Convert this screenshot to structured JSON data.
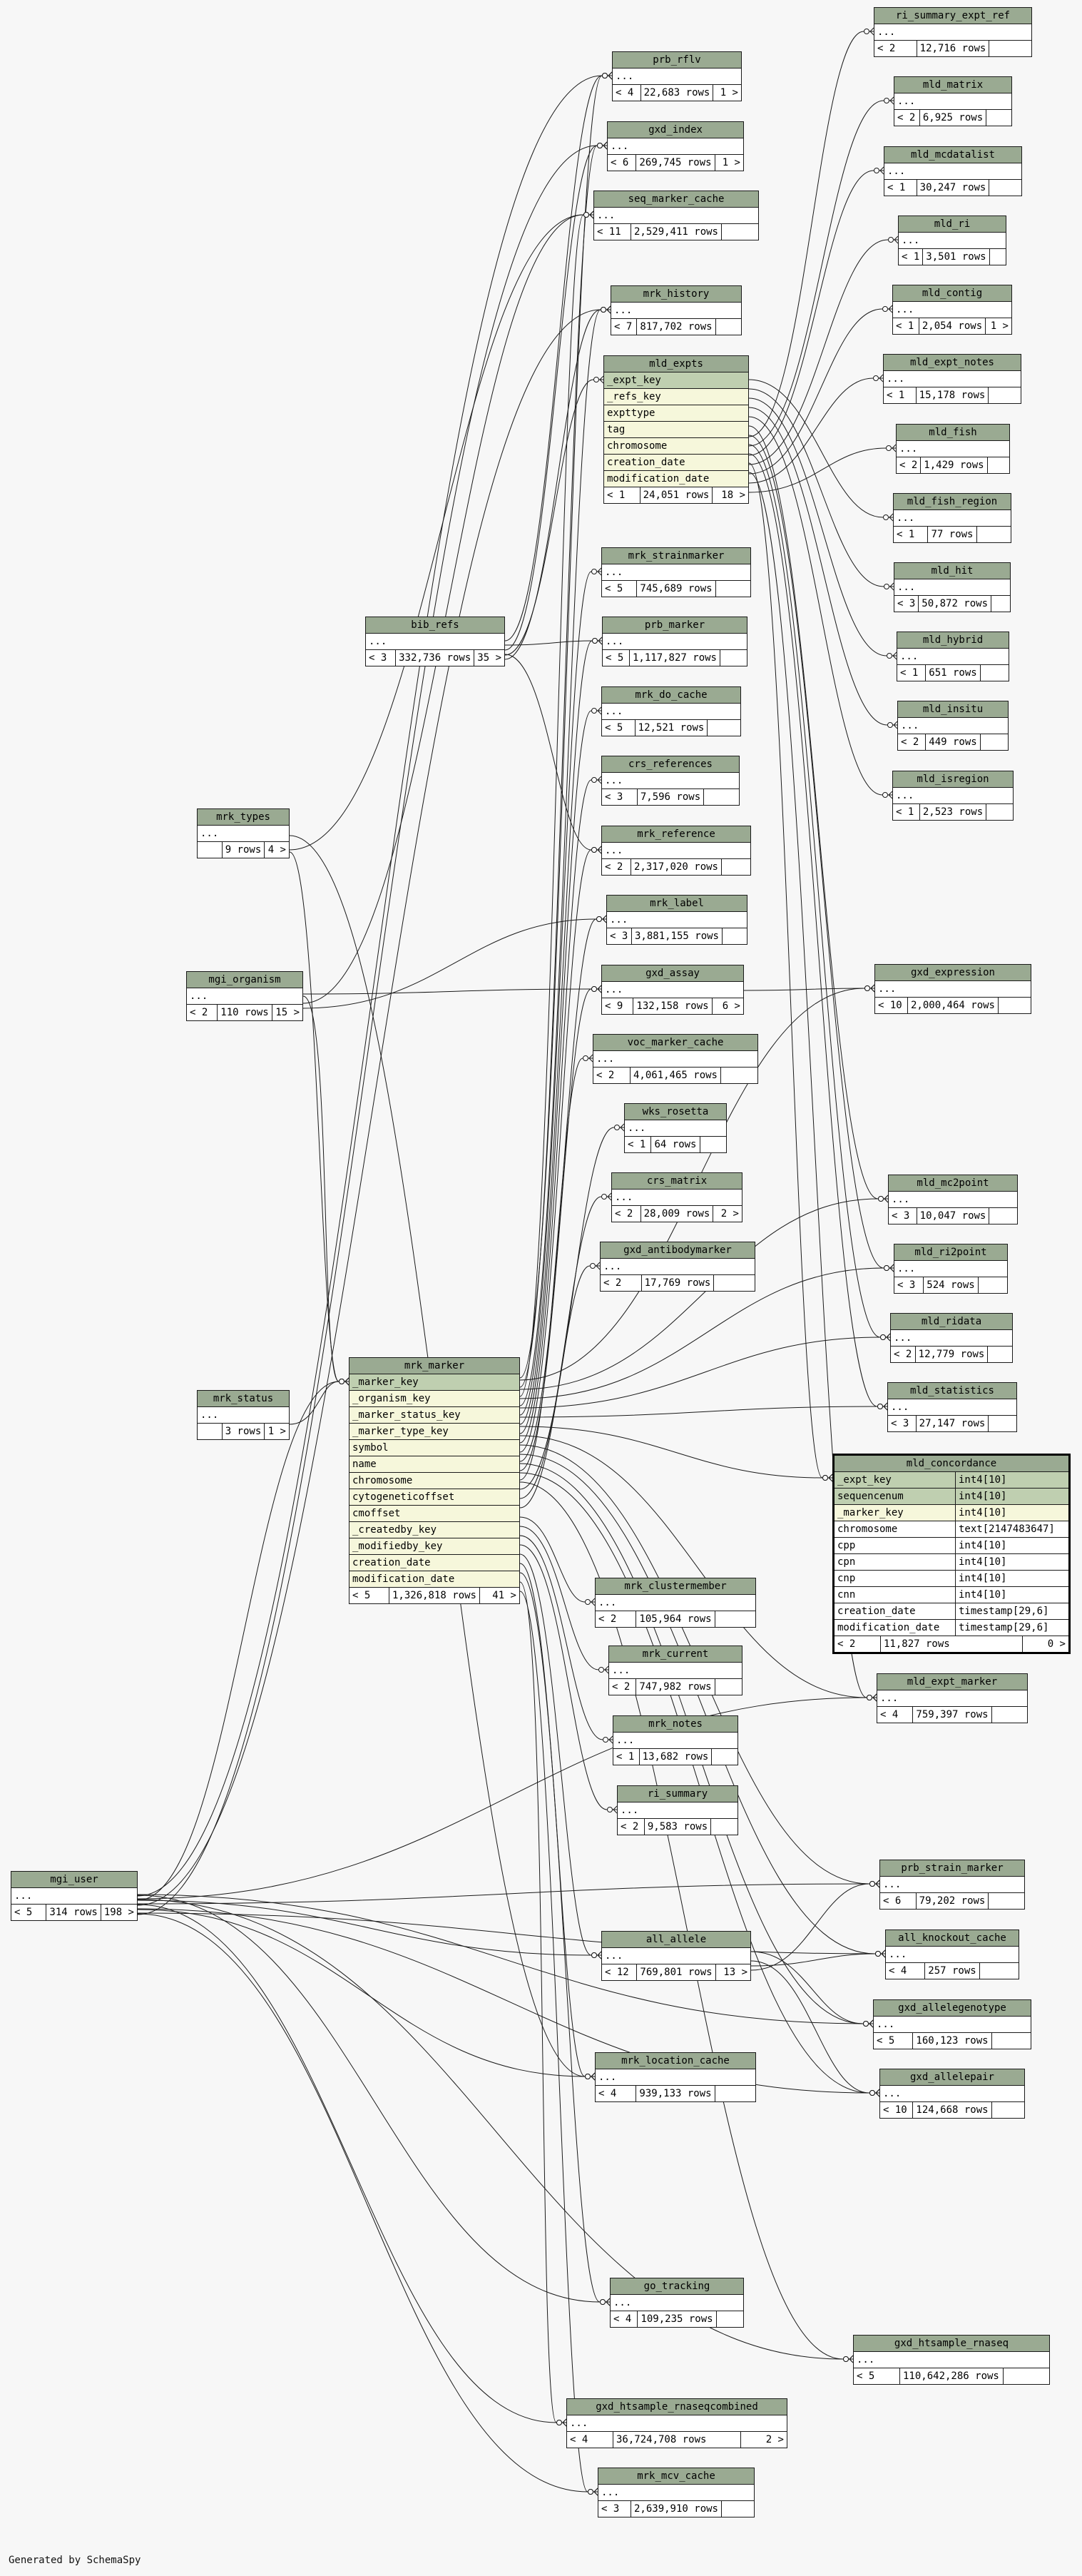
{
  "credit": "Generated by SchemaSpy",
  "colors": {
    "header": "#9aaa92",
    "pk_row": "#bfcfb0",
    "fk_row": "#f6f7db",
    "background": "#f7f7f7"
  },
  "tables": [
    {
      "id": "prb_rflv",
      "name": "prb_rflv",
      "rows": [
        "..."
      ],
      "footer": [
        "< 4",
        "22,683 rows",
        "1 >"
      ]
    },
    {
      "id": "gxd_index",
      "name": "gxd_index",
      "rows": [
        "..."
      ],
      "footer": [
        "< 6",
        "269,745 rows",
        "1 >"
      ]
    },
    {
      "id": "seq_marker_cache",
      "name": "seq_marker_cache",
      "rows": [
        "..."
      ],
      "footer": [
        "< 11",
        "2,529,411 rows",
        ""
      ]
    },
    {
      "id": "mrk_history",
      "name": "mrk_history",
      "rows": [
        "..."
      ],
      "footer": [
        "< 7",
        "817,702 rows",
        ""
      ]
    },
    {
      "id": "mld_expts",
      "name": "mld_expts",
      "rows": [
        "_expt_key",
        "_refs_key",
        "expttype",
        "tag",
        "chromosome",
        "creation_date",
        "modification_date"
      ],
      "footer": [
        "< 1",
        "24,051 rows",
        "18 >"
      ]
    },
    {
      "id": "mrk_strainmarker",
      "name": "mrk_strainmarker",
      "rows": [
        "..."
      ],
      "footer": [
        "< 5",
        "745,689 rows",
        ""
      ]
    },
    {
      "id": "bib_refs",
      "name": "bib_refs",
      "rows": [
        "..."
      ],
      "footer": [
        "< 3",
        "332,736 rows",
        "35 >"
      ]
    },
    {
      "id": "prb_marker",
      "name": "prb_marker",
      "rows": [
        "..."
      ],
      "footer": [
        "< 5",
        "1,117,827 rows",
        ""
      ]
    },
    {
      "id": "mrk_do_cache",
      "name": "mrk_do_cache",
      "rows": [
        "..."
      ],
      "footer": [
        "< 5",
        "12,521 rows",
        ""
      ]
    },
    {
      "id": "crs_references",
      "name": "crs_references",
      "rows": [
        "..."
      ],
      "footer": [
        "< 3",
        "7,596 rows",
        ""
      ]
    },
    {
      "id": "mrk_types",
      "name": "mrk_types",
      "rows": [
        "..."
      ],
      "footer": [
        "",
        "9 rows",
        "4 >"
      ]
    },
    {
      "id": "mrk_reference",
      "name": "mrk_reference",
      "rows": [
        "..."
      ],
      "footer": [
        "< 2",
        "2,317,020 rows",
        ""
      ]
    },
    {
      "id": "mrk_label",
      "name": "mrk_label",
      "rows": [
        "..."
      ],
      "footer": [
        "< 3",
        "3,881,155 rows",
        ""
      ]
    },
    {
      "id": "mgi_organism",
      "name": "mgi_organism",
      "rows": [
        "..."
      ],
      "footer": [
        "< 2",
        "110 rows",
        "15 >"
      ]
    },
    {
      "id": "gxd_assay",
      "name": "gxd_assay",
      "rows": [
        "..."
      ],
      "footer": [
        "< 9",
        "132,158 rows",
        "6 >"
      ]
    },
    {
      "id": "voc_marker_cache",
      "name": "voc_marker_cache",
      "rows": [
        "..."
      ],
      "footer": [
        "< 2",
        "4,061,465 rows",
        ""
      ]
    },
    {
      "id": "wks_rosetta",
      "name": "wks_rosetta",
      "rows": [
        "..."
      ],
      "footer": [
        "< 1",
        "64 rows",
        ""
      ]
    },
    {
      "id": "crs_matrix",
      "name": "crs_matrix",
      "rows": [
        "..."
      ],
      "footer": [
        "< 2",
        "28,009 rows",
        "2 >"
      ]
    },
    {
      "id": "gxd_antibodymarker",
      "name": "gxd_antibodymarker",
      "rows": [
        "..."
      ],
      "footer": [
        "< 2",
        "17,769 rows",
        ""
      ]
    },
    {
      "id": "mrk_marker",
      "name": "mrk_marker",
      "rows": [
        "_marker_key",
        "_organism_key",
        "_marker_status_key",
        "_marker_type_key",
        "symbol",
        "name",
        "chromosome",
        "cytogeneticoffset",
        "cmoffset",
        "_createdby_key",
        "_modifiedby_key",
        "creation_date",
        "modification_date"
      ],
      "footer": [
        "< 5",
        "1,326,818 rows",
        "41 >"
      ]
    },
    {
      "id": "mrk_status",
      "name": "mrk_status",
      "rows": [
        "..."
      ],
      "footer": [
        "",
        "3 rows",
        "1 >"
      ]
    },
    {
      "id": "mrk_clustermember",
      "name": "mrk_clustermember",
      "rows": [
        "..."
      ],
      "footer": [
        "< 2",
        "105,964 rows",
        ""
      ]
    },
    {
      "id": "mrk_current",
      "name": "mrk_current",
      "rows": [
        "..."
      ],
      "footer": [
        "< 2",
        "747,982 rows",
        ""
      ]
    },
    {
      "id": "mrk_notes",
      "name": "mrk_notes",
      "rows": [
        "..."
      ],
      "footer": [
        "< 1",
        "13,682 rows",
        ""
      ]
    },
    {
      "id": "ri_summary",
      "name": "ri_summary",
      "rows": [
        "..."
      ],
      "footer": [
        "< 2",
        "9,583 rows",
        ""
      ]
    },
    {
      "id": "mgi_user",
      "name": "mgi_user",
      "rows": [
        "..."
      ],
      "footer": [
        "< 5",
        "314 rows",
        "198 >"
      ]
    },
    {
      "id": "all_allele",
      "name": "all_allele",
      "rows": [
        "..."
      ],
      "footer": [
        "< 12",
        "769,801 rows",
        "13 >"
      ]
    },
    {
      "id": "mrk_location_cache",
      "name": "mrk_location_cache",
      "rows": [
        "..."
      ],
      "footer": [
        "< 4",
        "939,133 rows",
        ""
      ]
    },
    {
      "id": "go_tracking",
      "name": "go_tracking",
      "rows": [
        "..."
      ],
      "footer": [
        "< 4",
        "109,235 rows",
        ""
      ]
    },
    {
      "id": "gxd_htsample_rnaseqcombined",
      "name": "gxd_htsample_rnaseqcombined",
      "rows": [
        "..."
      ],
      "footer": [
        "< 4",
        "36,724,708 rows",
        "2 >"
      ]
    },
    {
      "id": "mrk_mcv_cache",
      "name": "mrk_mcv_cache",
      "rows": [
        "..."
      ],
      "footer": [
        "< 3",
        "2,639,910 rows",
        ""
      ]
    },
    {
      "id": "ri_summary_expt_ref",
      "name": "ri_summary_expt_ref",
      "rows": [
        "..."
      ],
      "footer": [
        "< 2",
        "12,716 rows",
        ""
      ]
    },
    {
      "id": "mld_matrix",
      "name": "mld_matrix",
      "rows": [
        "..."
      ],
      "footer": [
        "< 2",
        "6,925 rows",
        ""
      ]
    },
    {
      "id": "mld_mcdatalist",
      "name": "mld_mcdatalist",
      "rows": [
        "..."
      ],
      "footer": [
        "< 1",
        "30,247 rows",
        ""
      ]
    },
    {
      "id": "mld_ri",
      "name": "mld_ri",
      "rows": [
        "..."
      ],
      "footer": [
        "< 1",
        "3,501 rows",
        ""
      ]
    },
    {
      "id": "mld_contig",
      "name": "mld_contig",
      "rows": [
        "..."
      ],
      "footer": [
        "< 1",
        "2,054 rows",
        "1 >"
      ]
    },
    {
      "id": "mld_expt_notes",
      "name": "mld_expt_notes",
      "rows": [
        "..."
      ],
      "footer": [
        "< 1",
        "15,178 rows",
        ""
      ]
    },
    {
      "id": "mld_fish",
      "name": "mld_fish",
      "rows": [
        "..."
      ],
      "footer": [
        "< 2",
        "1,429 rows",
        ""
      ]
    },
    {
      "id": "mld_fish_region",
      "name": "mld_fish_region",
      "rows": [
        "..."
      ],
      "footer": [
        "< 1",
        "77 rows",
        ""
      ]
    },
    {
      "id": "mld_hit",
      "name": "mld_hit",
      "rows": [
        "..."
      ],
      "footer": [
        "< 3",
        "50,872 rows",
        ""
      ]
    },
    {
      "id": "mld_hybrid",
      "name": "mld_hybrid",
      "rows": [
        "..."
      ],
      "footer": [
        "< 1",
        "651 rows",
        ""
      ]
    },
    {
      "id": "mld_insitu",
      "name": "mld_insitu",
      "rows": [
        "..."
      ],
      "footer": [
        "< 2",
        "449 rows",
        ""
      ]
    },
    {
      "id": "mld_isregion",
      "name": "mld_isregion",
      "rows": [
        "..."
      ],
      "footer": [
        "< 1",
        "2,523 rows",
        ""
      ]
    },
    {
      "id": "gxd_expression",
      "name": "gxd_expression",
      "rows": [
        "..."
      ],
      "footer": [
        "< 10",
        "2,000,464 rows",
        ""
      ]
    },
    {
      "id": "mld_mc2point",
      "name": "mld_mc2point",
      "rows": [
        "..."
      ],
      "footer": [
        "< 3",
        "10,047 rows",
        ""
      ]
    },
    {
      "id": "mld_ri2point",
      "name": "mld_ri2point",
      "rows": [
        "..."
      ],
      "footer": [
        "< 3",
        "524 rows",
        ""
      ]
    },
    {
      "id": "mld_ridata",
      "name": "mld_ridata",
      "rows": [
        "..."
      ],
      "footer": [
        "< 2",
        "12,779 rows",
        ""
      ]
    },
    {
      "id": "mld_statistics",
      "name": "mld_statistics",
      "rows": [
        "..."
      ],
      "footer": [
        "< 3",
        "27,147 rows",
        ""
      ]
    },
    {
      "id": "mld_concordance",
      "name": "mld_concordance",
      "rows": [
        "_expt_key",
        "sequencenum",
        "_marker_key",
        "chromosome",
        "cpp",
        "cpn",
        "cnp",
        "cnn",
        "creation_date",
        "modification_date"
      ],
      "types": [
        "int4[10]",
        "int4[10]",
        "int4[10]",
        "text[2147483647]",
        "int4[10]",
        "int4[10]",
        "int4[10]",
        "int4[10]",
        "timestamp[29,6]",
        "timestamp[29,6]"
      ],
      "footer": [
        "< 2",
        "11,827 rows",
        "0 >"
      ]
    },
    {
      "id": "mld_expt_marker",
      "name": "mld_expt_marker",
      "rows": [
        "..."
      ],
      "footer": [
        "< 4",
        "759,397 rows",
        ""
      ]
    },
    {
      "id": "prb_strain_marker",
      "name": "prb_strain_marker",
      "rows": [
        "..."
      ],
      "footer": [
        "< 6",
        "79,202 rows",
        ""
      ]
    },
    {
      "id": "all_knockout_cache",
      "name": "all_knockout_cache",
      "rows": [
        "..."
      ],
      "footer": [
        "< 4",
        "257 rows",
        ""
      ]
    },
    {
      "id": "gxd_allelegenotype",
      "name": "gxd_allelegenotype",
      "rows": [
        "..."
      ],
      "footer": [
        "< 5",
        "160,123 rows",
        ""
      ]
    },
    {
      "id": "gxd_allelepair",
      "name": "gxd_allelepair",
      "rows": [
        "..."
      ],
      "footer": [
        "< 10",
        "124,668 rows",
        ""
      ]
    },
    {
      "id": "gxd_htsample_rnaseq",
      "name": "gxd_htsample_rnaseq",
      "rows": [
        "..."
      ],
      "footer": [
        "< 5",
        "110,642,286 rows",
        ""
      ]
    }
  ],
  "relationships": [
    [
      "mrk_marker",
      "prb_rflv"
    ],
    [
      "mrk_marker",
      "gxd_index"
    ],
    [
      "mrk_marker",
      "seq_marker_cache"
    ],
    [
      "mrk_marker",
      "mrk_history"
    ],
    [
      "mrk_marker",
      "mrk_strainmarker"
    ],
    [
      "mrk_marker",
      "prb_marker"
    ],
    [
      "mrk_marker",
      "mrk_do_cache"
    ],
    [
      "mrk_marker",
      "crs_references"
    ],
    [
      "mrk_marker",
      "mrk_reference"
    ],
    [
      "mrk_marker",
      "mrk_label"
    ],
    [
      "mrk_marker",
      "gxd_assay"
    ],
    [
      "mrk_marker",
      "voc_marker_cache"
    ],
    [
      "mrk_marker",
      "wks_rosetta"
    ],
    [
      "mrk_marker",
      "crs_matrix"
    ],
    [
      "mrk_marker",
      "gxd_antibodymarker"
    ],
    [
      "mrk_marker",
      "mrk_clustermember"
    ],
    [
      "mrk_marker",
      "mrk_current"
    ],
    [
      "mrk_marker",
      "mrk_notes"
    ],
    [
      "mrk_marker",
      "ri_summary"
    ],
    [
      "mrk_marker",
      "all_allele"
    ],
    [
      "mrk_marker",
      "mrk_location_cache"
    ],
    [
      "mrk_marker",
      "go_tracking"
    ],
    [
      "mrk_marker",
      "gxd_htsample_rnaseqcombined"
    ],
    [
      "mrk_marker",
      "mrk_mcv_cache"
    ],
    [
      "mrk_marker",
      "gxd_expression"
    ],
    [
      "mrk_marker",
      "mld_mc2point"
    ],
    [
      "mrk_marker",
      "mld_ri2point"
    ],
    [
      "mrk_marker",
      "mld_ridata"
    ],
    [
      "mrk_marker",
      "mld_statistics"
    ],
    [
      "mrk_marker",
      "mld_concordance"
    ],
    [
      "mrk_marker",
      "mld_expt_marker"
    ],
    [
      "mrk_marker",
      "prb_strain_marker"
    ],
    [
      "mrk_marker",
      "all_knockout_cache"
    ],
    [
      "mrk_marker",
      "gxd_allelegenotype"
    ],
    [
      "mrk_marker",
      "gxd_allelepair"
    ],
    [
      "mrk_marker",
      "gxd_htsample_rnaseq"
    ],
    [
      "mgi_organism",
      "mrk_marker"
    ],
    [
      "mrk_status",
      "mrk_marker"
    ],
    [
      "mrk_types",
      "mrk_marker"
    ],
    [
      "mgi_user",
      "mrk_marker"
    ],
    [
      "bib_refs",
      "mld_expts"
    ],
    [
      "bib_refs",
      "prb_rflv"
    ],
    [
      "bib_refs",
      "gxd_index"
    ],
    [
      "bib_refs",
      "mrk_history"
    ],
    [
      "bib_refs",
      "prb_marker"
    ],
    [
      "bib_refs",
      "mrk_reference"
    ],
    [
      "mld_expts",
      "ri_summary_expt_ref"
    ],
    [
      "mld_expts",
      "mld_matrix"
    ],
    [
      "mld_expts",
      "mld_mcdatalist"
    ],
    [
      "mld_expts",
      "mld_ri"
    ],
    [
      "mld_expts",
      "mld_contig"
    ],
    [
      "mld_expts",
      "mld_expt_notes"
    ],
    [
      "mld_expts",
      "mld_fish"
    ],
    [
      "mld_expts",
      "mld_fish_region"
    ],
    [
      "mld_expts",
      "mld_hit"
    ],
    [
      "mld_expts",
      "mld_hybrid"
    ],
    [
      "mld_expts",
      "mld_insitu"
    ],
    [
      "mld_expts",
      "mld_isregion"
    ],
    [
      "mld_expts",
      "mld_mc2point"
    ],
    [
      "mld_expts",
      "mld_ri2point"
    ],
    [
      "mld_expts",
      "mld_ridata"
    ],
    [
      "mld_expts",
      "mld_statistics"
    ],
    [
      "mld_expts",
      "mld_concordance"
    ],
    [
      "mld_expts",
      "mld_expt_marker"
    ],
    [
      "gxd_assay",
      "gxd_expression"
    ],
    [
      "all_allele",
      "all_knockout_cache"
    ],
    [
      "all_allele",
      "gxd_allelegenotype"
    ],
    [
      "all_allele",
      "gxd_allelepair"
    ],
    [
      "all_allele",
      "prb_strain_marker"
    ],
    [
      "mgi_user",
      "prb_rflv"
    ],
    [
      "mgi_user",
      "mrk_history"
    ],
    [
      "mgi_user",
      "gxd_index"
    ],
    [
      "mgi_user",
      "all_allele"
    ],
    [
      "mgi_user",
      "mrk_location_cache"
    ],
    [
      "mgi_user",
      "go_tracking"
    ],
    [
      "mgi_user",
      "gxd_htsample_rnaseqcombined"
    ],
    [
      "mgi_user",
      "mrk_mcv_cache"
    ],
    [
      "mgi_user",
      "gxd_htsample_rnaseq"
    ],
    [
      "mgi_user",
      "gxd_allelepair"
    ],
    [
      "mgi_user",
      "gxd_allelegenotype"
    ],
    [
      "mgi_user",
      "prb_strain_marker"
    ],
    [
      "mgi_user",
      "all_knockout_cache"
    ],
    [
      "mgi_user",
      "mld_expt_marker"
    ],
    [
      "mgi_organism",
      "mrk_label"
    ],
    [
      "mgi_organism",
      "gxd_assay"
    ],
    [
      "mgi_organism",
      "seq_marker_cache"
    ],
    [
      "mrk_types",
      "seq_marker_cache"
    ],
    [
      "mrk_types",
      "mrk_location_cache"
    ]
  ]
}
